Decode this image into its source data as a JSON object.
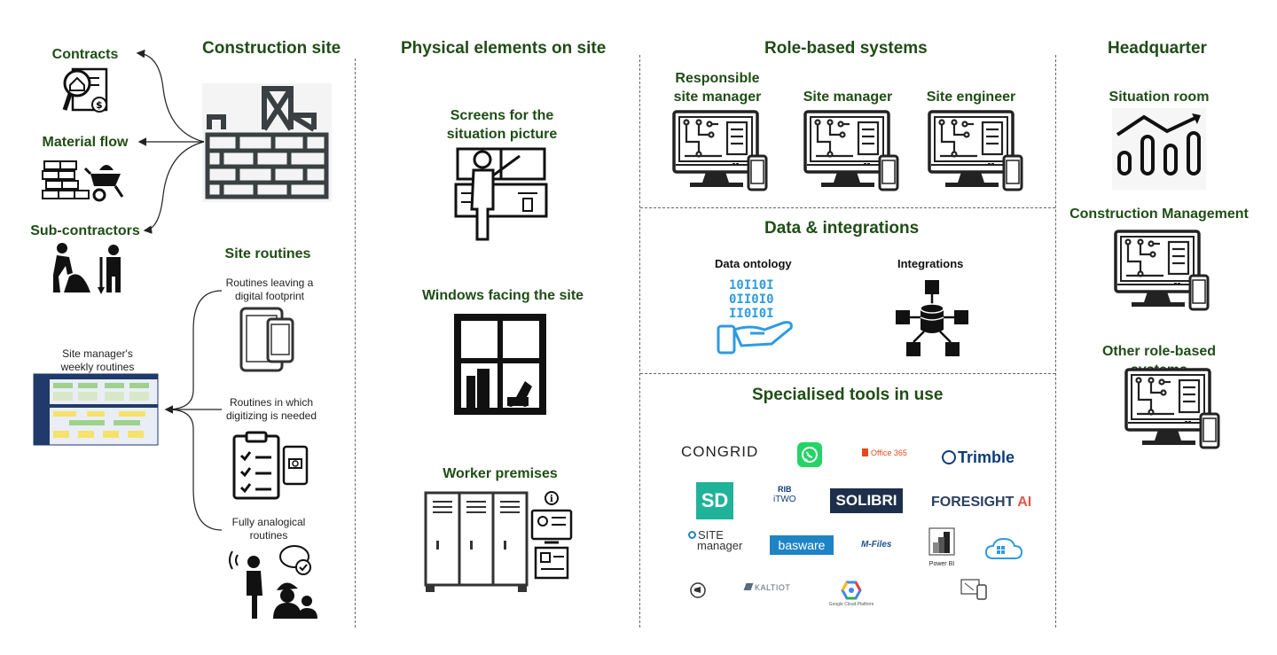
{
  "columns": {
    "construction_site": "Construction site",
    "physical": "Physical elements on site",
    "role_based": "Role-based systems",
    "headquarter": "Headquarter"
  },
  "construction": {
    "contracts": "Contracts",
    "material_flow": "Material flow",
    "sub_contractors": "Sub-contractors",
    "site_routines": "Site routines",
    "weekly_routines": "Site manager's weekly routines",
    "routine_digital_footprint": "Routines leaving a digital footprint",
    "routine_digitizing_needed": "Routines in which digitizing is needed",
    "routine_analogical": "Fully analogical routines"
  },
  "physical": {
    "screens": "Screens for the situation picture",
    "windows": "Windows facing the site",
    "worker_premises": "Worker premises"
  },
  "roles": {
    "responsible_site_manager": "Responsible site manager",
    "site_manager": "Site manager",
    "site_engineer": "Site engineer"
  },
  "data": {
    "title": "Data & integrations",
    "ontology": "Data ontology",
    "integrations": "Integrations"
  },
  "tools": {
    "title": "Specialised tools in use",
    "congrid": "CONGRID",
    "office365": "Office 365",
    "trimble": "Trimble",
    "sd": "SD",
    "rib_top": "RIB",
    "rib_bottom": "iTWO",
    "solibri": "SOLIBRI",
    "foresight": "FORESIGHT",
    "foresight_ai": "AI",
    "sitemanager_top": "SITE",
    "sitemanager_bottom": "manager",
    "basware": "basware",
    "mfiles": "M-Files",
    "powerbi": "Power BI",
    "kaltiot": "KALTIOT",
    "gcp": "Google Cloud Platform"
  },
  "hq": {
    "situation_room": "Situation room",
    "construction_management": "Construction Management",
    "other_systems": "Other role-based systems"
  },
  "colors": {
    "heading_green": "#1f4d16",
    "data_blue": "#2f9be0",
    "whatsapp": "#25d366",
    "sd_teal": "#20b39a",
    "solibri_navy": "#1d2f4a",
    "basware_blue": "#1f84c6",
    "trimble_navy": "#0b3d7a"
  }
}
